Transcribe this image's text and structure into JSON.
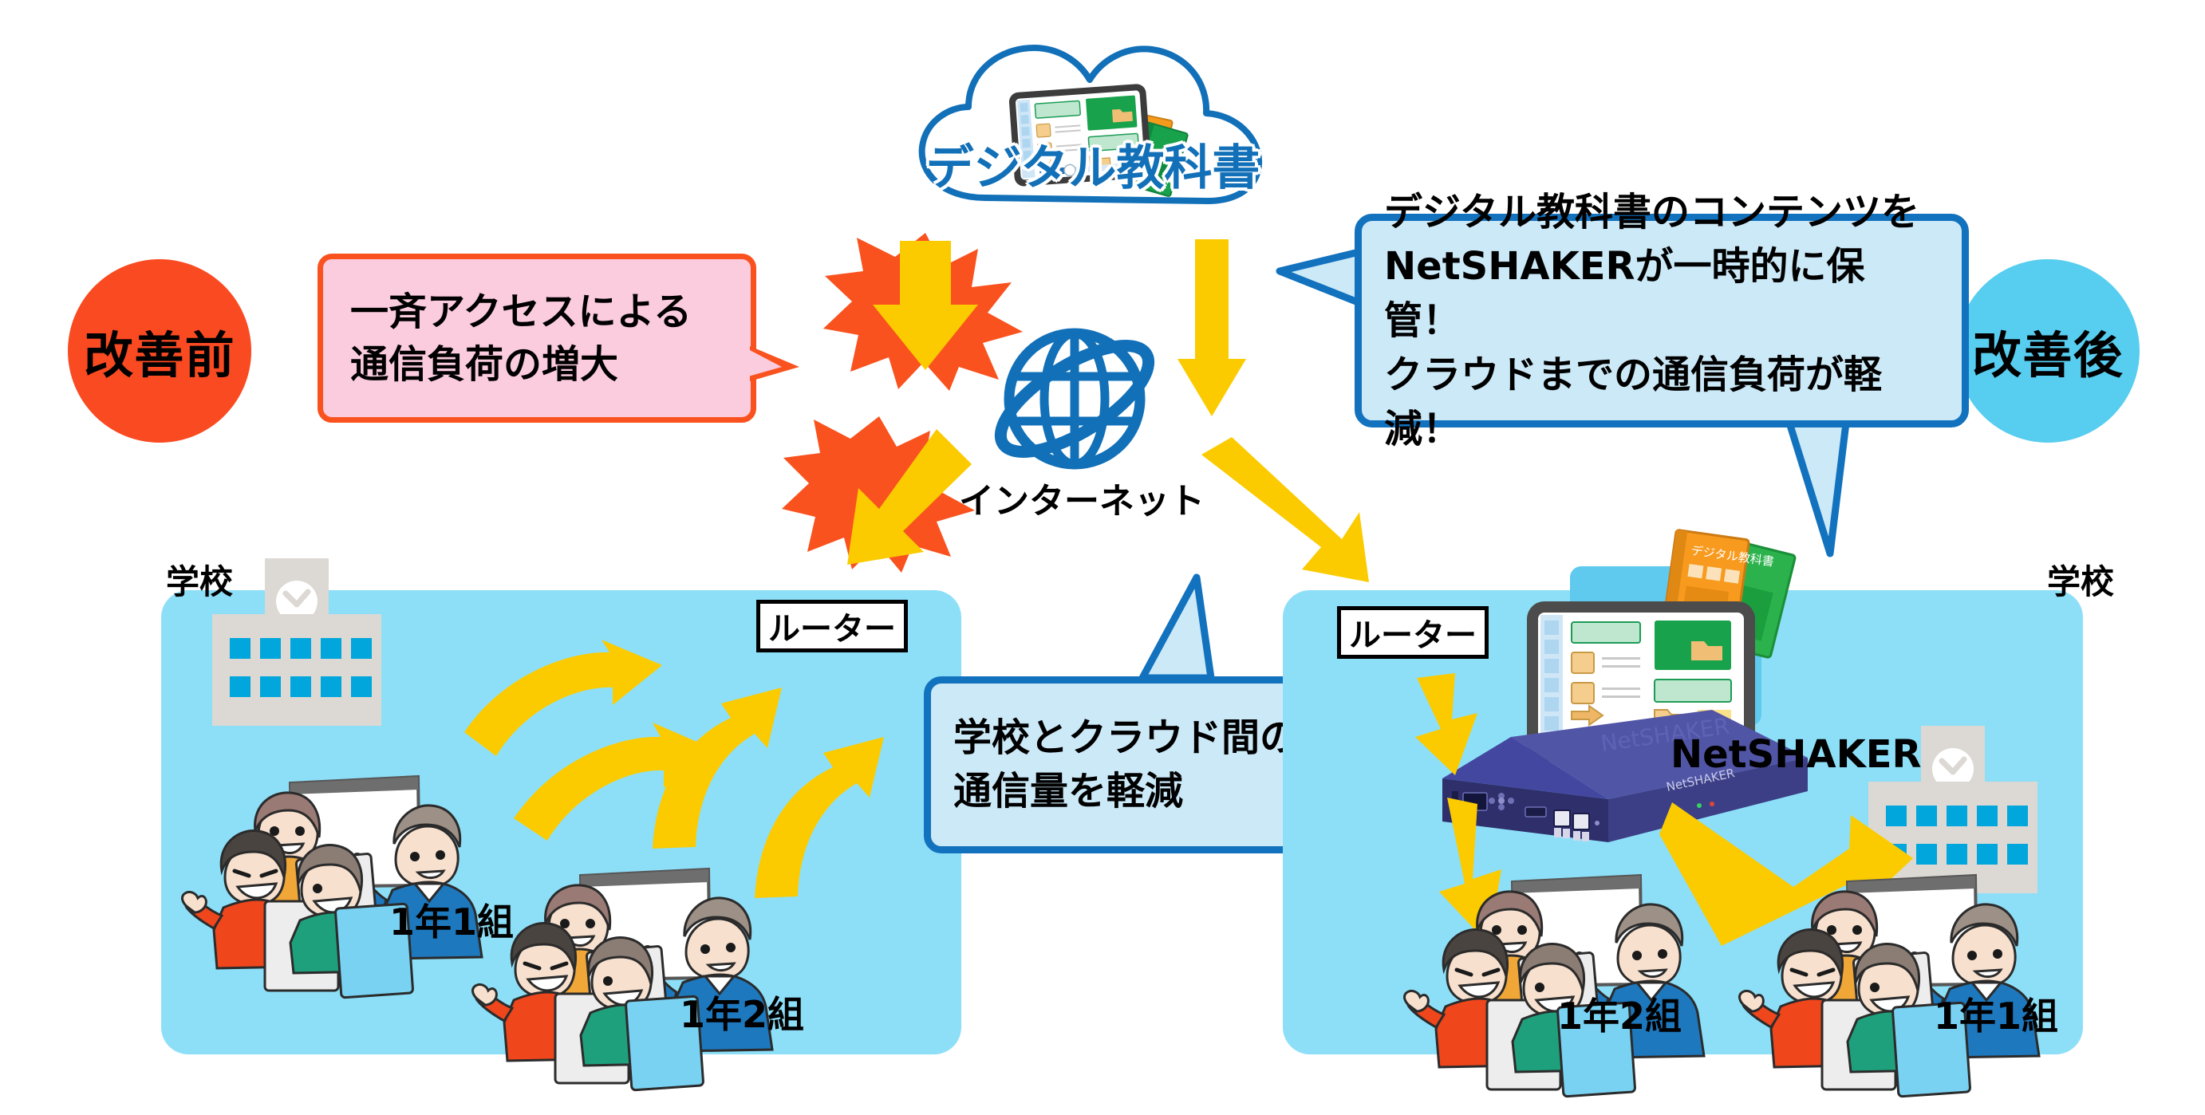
{
  "diagram": {
    "title_before": "改善前",
    "title_after": "改善後",
    "cloud_label": "デジタル教科書",
    "internet_label": "インターネット",
    "router_label_left": "ルーター",
    "router_label_right": "ルーター",
    "school_label_left": "学校",
    "school_label_right": "学校",
    "netshaker_label": "NetSHAKER",
    "device_badge": "NetSHAKER",
    "book_label": "デジタル教科書"
  },
  "callouts": {
    "pink": {
      "line1": "一斉アクセスによる",
      "line2": "通信負荷の増大"
    },
    "blue_top": {
      "line1": "デジタル教科書のコンテンツを",
      "line2": "NetSHAKERが一時的に保管！",
      "line3": "クラウドまでの通信負荷が軽減！"
    },
    "blue_center": {
      "line1": "学校とクラウド間の",
      "line2": "通信量を軽減"
    }
  },
  "classes": {
    "left_panel": [
      "1年1組",
      "1年2組"
    ],
    "right_panel": [
      "1年2組",
      "1年1組"
    ]
  },
  "colors": {
    "before_badge": "#FA4A21",
    "after_badge": "#57CDF0",
    "pink_fill": "#FBCBDE",
    "pink_border": "#F9521E",
    "blue_fill": "#CCE9F8",
    "blue_border": "#1272BE",
    "panel_fill": "#8DDFF8",
    "arrow_yellow": "#FBCB00",
    "burst_red": "#F9521E",
    "globe_blue": "#1270B8",
    "school_grey": "#DCD8D3",
    "school_window": "#00A6DC",
    "device_body": "#3F3F8F"
  }
}
